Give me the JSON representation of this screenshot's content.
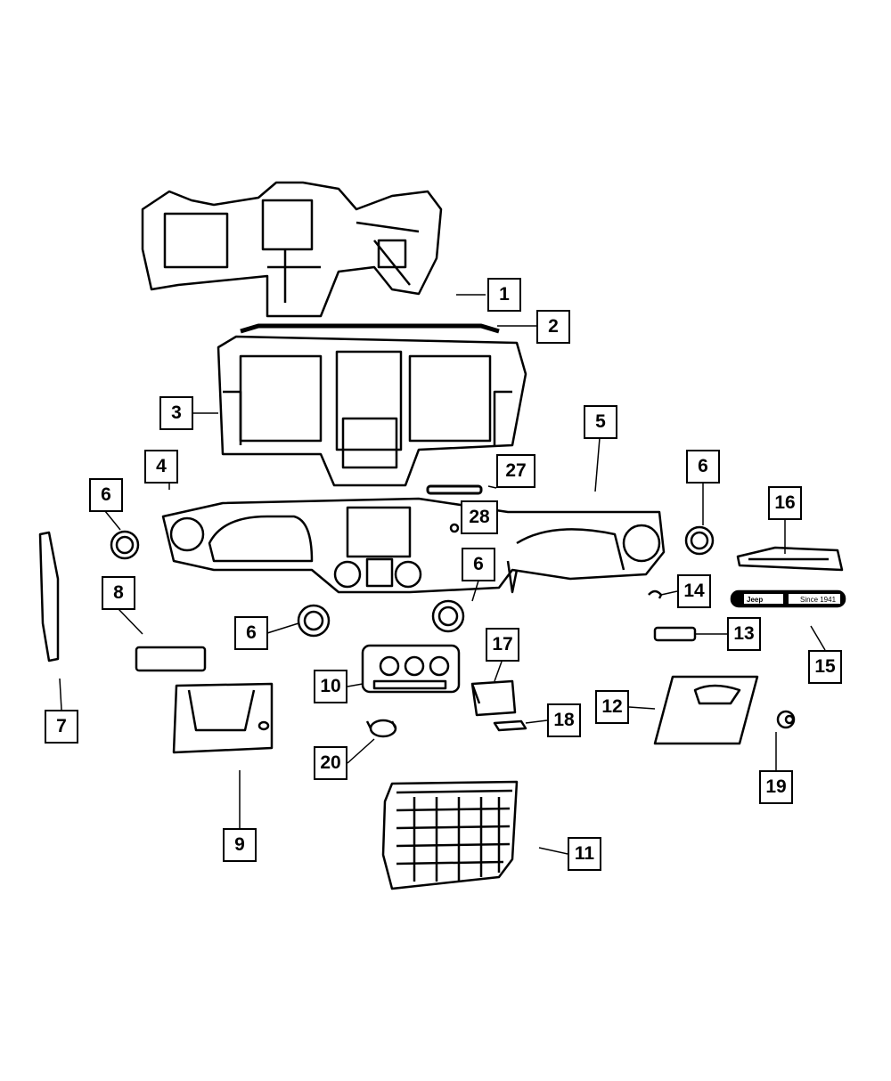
{
  "diagram": {
    "callouts": {
      "c1": "1",
      "c2": "2",
      "c3": "3",
      "c4": "4",
      "c5": "5",
      "c6a": "6",
      "c6b": "6",
      "c6c": "6",
      "c6d": "6",
      "c7": "7",
      "c8": "8",
      "c9": "9",
      "c10": "10",
      "c11": "11",
      "c12": "12",
      "c13": "13",
      "c14": "14",
      "c15": "15",
      "c16": "16",
      "c17": "17",
      "c18": "18",
      "c19": "19",
      "c20": "20",
      "c27": "27",
      "c28": "28"
    },
    "badge": {
      "brand": "Jeep",
      "slogan": "Since 1941"
    },
    "line_color": "#000000"
  }
}
